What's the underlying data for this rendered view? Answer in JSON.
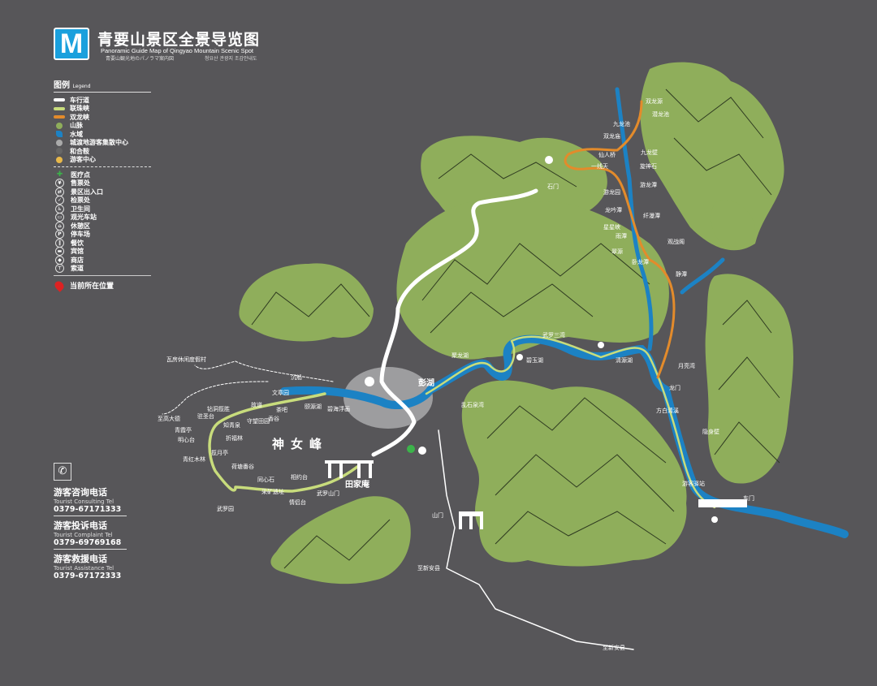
{
  "header": {
    "logo_letter": "M",
    "title": "青要山景区全景导览图",
    "subtitle_en": "Panoramic Guide Map of Qingyao Mountain Scenic Spot",
    "subtitle_ja": "青要山観光地のパノラマ案内図",
    "subtitle_ko": "청요산 관광지 조감안내도"
  },
  "colors": {
    "background": "#575659",
    "mountain": "#8fae5b",
    "water": "#1c82c4",
    "road": "#ffffff",
    "lianzhu_route": "#c8dc7c",
    "shuanglong_route": "#e38b2b",
    "visitor_hub": "#aaaaaa"
  },
  "legend": {
    "title": "图例",
    "title_en": "Legend",
    "lines": [
      {
        "label": "车行道",
        "icon": "road-line"
      },
      {
        "label": "联珠峡",
        "icon": "lianzhu-line"
      },
      {
        "label": "双龙峡",
        "icon": "shuanglong-line"
      },
      {
        "label": "山脉",
        "icon": "mountain-swatch"
      },
      {
        "label": "水域",
        "icon": "water-swatch"
      },
      {
        "label": "城渡地游客集散中心",
        "icon": "hub-swatch"
      },
      {
        "label": "和合鞍",
        "icon": "saddle-swatch"
      },
      {
        "label": "游客中心",
        "icon": "visitor-center-icon"
      }
    ],
    "facilities": [
      {
        "label": "医疗点",
        "icon": "medical-icon"
      },
      {
        "label": "售票处",
        "icon": "ticket-icon"
      },
      {
        "label": "景区出入口",
        "icon": "entrance-icon"
      },
      {
        "label": "检票处",
        "icon": "ticket-check-icon"
      },
      {
        "label": "卫生间",
        "icon": "toilet-icon"
      },
      {
        "label": "观光车站",
        "icon": "shuttle-icon"
      },
      {
        "label": "休憩区",
        "icon": "rest-icon"
      },
      {
        "label": "停车场",
        "icon": "parking-icon"
      },
      {
        "label": "餐饮",
        "icon": "dining-icon"
      },
      {
        "label": "宾馆",
        "icon": "hotel-icon"
      },
      {
        "label": "商店",
        "icon": "shop-icon"
      },
      {
        "label": "索道",
        "icon": "cableway-icon"
      }
    ],
    "current_location": "当前所在位置"
  },
  "phones": [
    {
      "title": "游客咨询电话",
      "title_en": "Tourist Consulting Tel",
      "number": "0379-67171333"
    },
    {
      "title": "游客投诉电话",
      "title_en": "Tourist Complaint Tel",
      "number": "0379-69769168"
    },
    {
      "title": "游客救援电话",
      "title_en": "Tourist Assistance Tel",
      "number": "0379-67172333"
    }
  ],
  "map": {
    "peak": "神女峰",
    "tianjiaan": "田家庵",
    "west_labels": [
      "瓦房休闲度假村",
      "沉船",
      "文章园",
      "至高大德",
      "钻洞揽胜",
      "驻圣台",
      "青霞亭",
      "明心台",
      "知青泉",
      "守望田园",
      "折福林",
      "揽月亭",
      "青红木林",
      "荷塘番谷",
      "同心石",
      "相约台",
      "采矿遗址",
      "武罗山门",
      "武罗园",
      "情侣台",
      "故道",
      "茶吧",
      "颐源湖",
      "香谷",
      "碧海浮画"
    ],
    "center_labels": [
      "彭湖",
      "聚龙湖",
      "乱石泉湾",
      "碧玉湖",
      "武罗三湾",
      "清源湖",
      "月亮湾",
      "龙门",
      "方白清溪",
      "隐身壁"
    ],
    "north_labels": [
      "双龙源",
      "潜龙池",
      "九龙池",
      "双龙庙",
      "九龙壁",
      "仙人桥",
      "一线天",
      "旋神石",
      "游龙潭",
      "游龙园",
      "龙吟潭",
      "纤瀑潭",
      "星星峡",
      "雨潭",
      "翠源",
      "观战阁",
      "静潭",
      "石门",
      "卧龙潭"
    ],
    "south_labels": [
      "山门",
      "至新安县",
      "至新安县",
      "东门",
      "游客驿站"
    ]
  }
}
